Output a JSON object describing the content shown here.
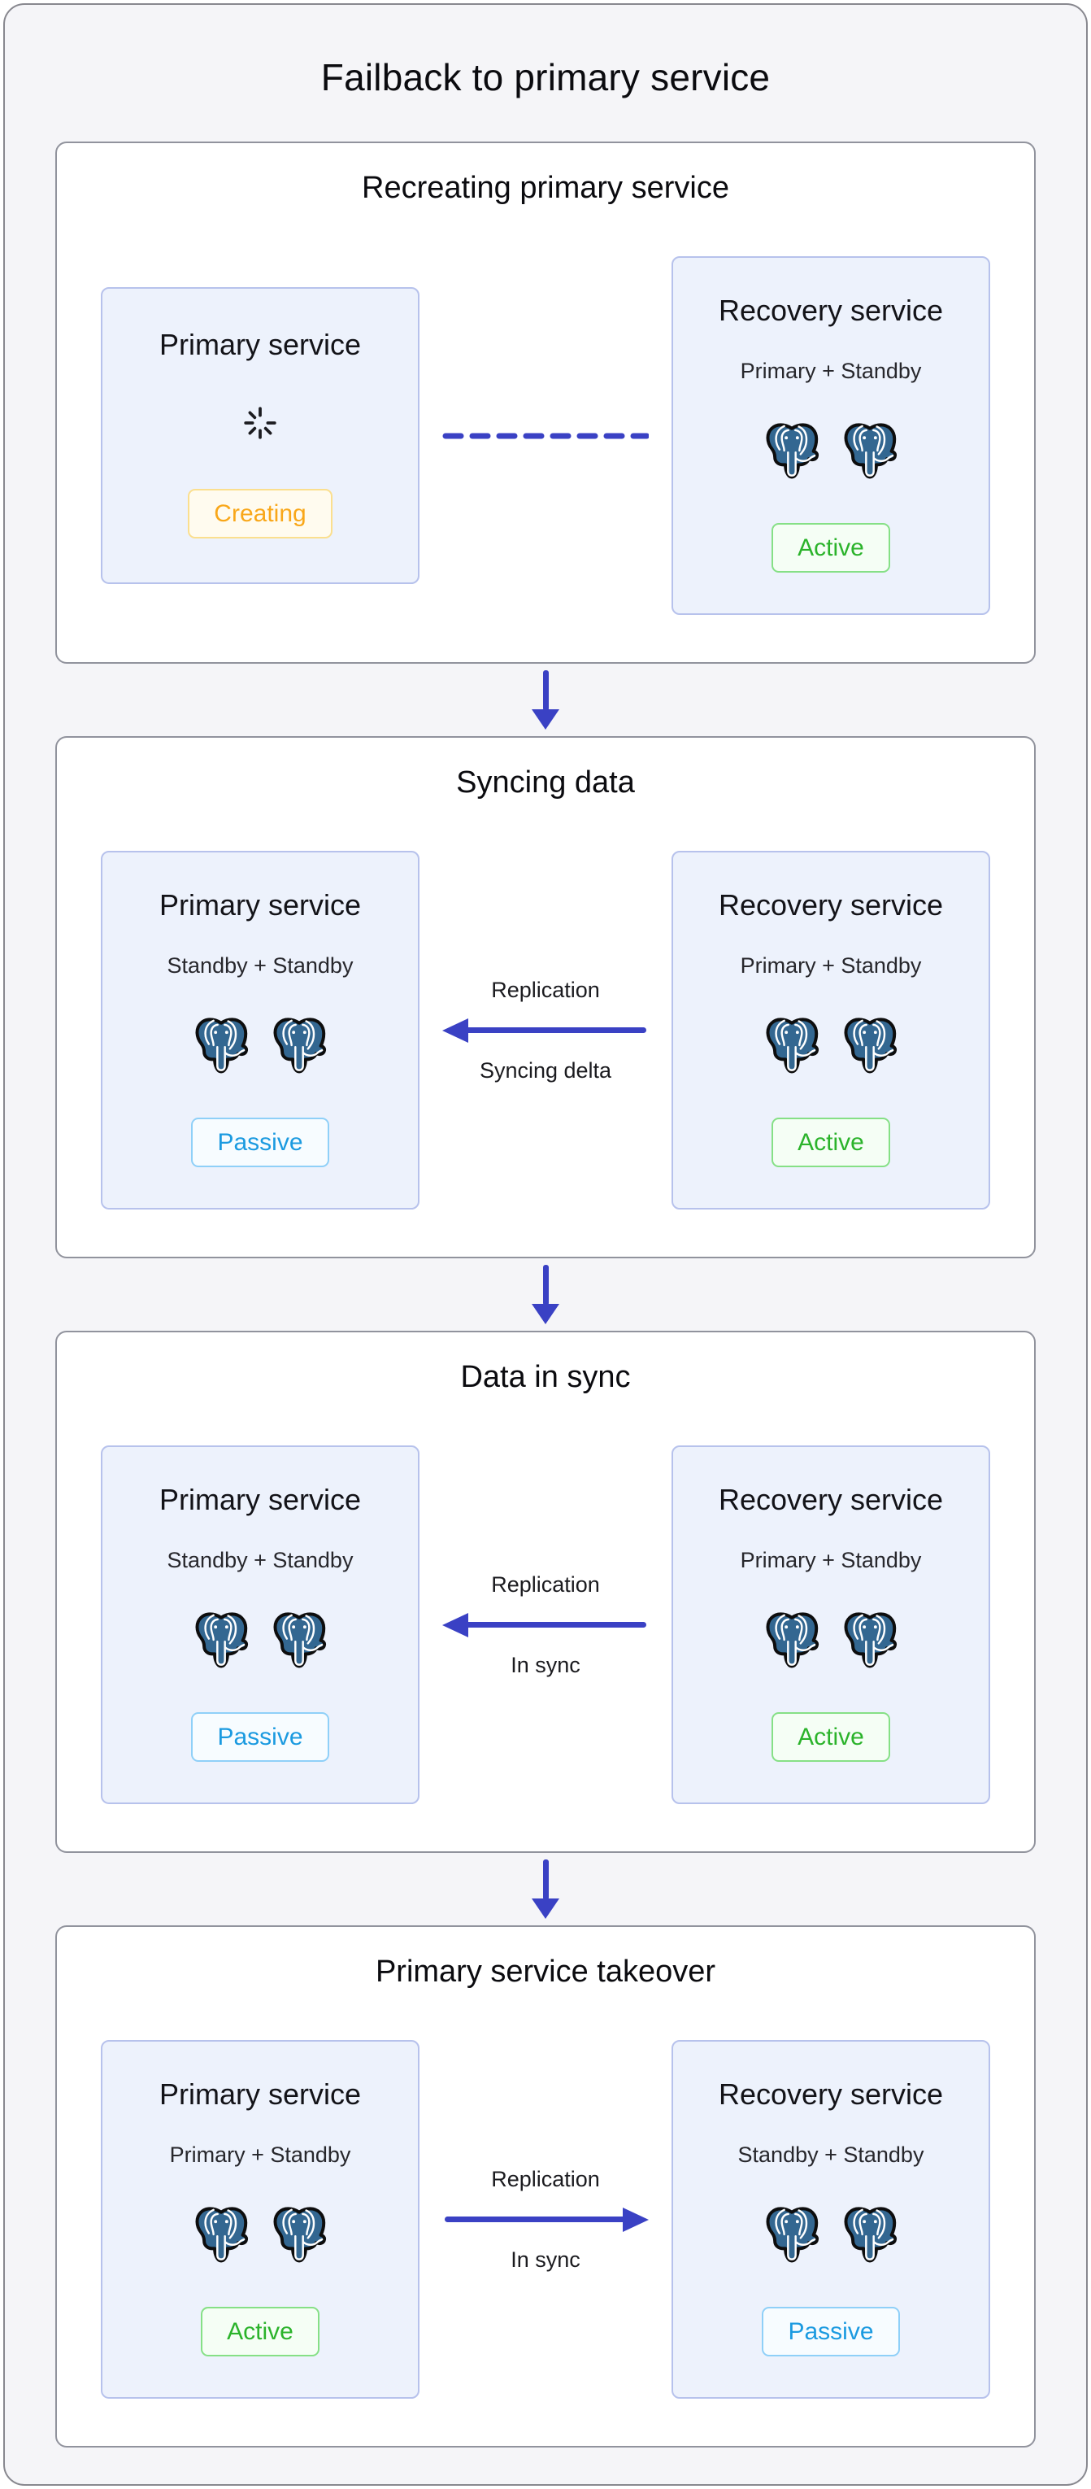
{
  "title": "Failback to primary service",
  "colors": {
    "accent_arrow_blue": "#3a41c4",
    "postgres_elephant_blue": "#336791",
    "status_creating": "#f9a719",
    "status_active": "#2bb32b",
    "status_passive": "#1b9ae0"
  },
  "icons": {
    "loading": "loading-spinner-icon",
    "database": "postgresql-elephant-icon",
    "flow": "down-arrow-icon"
  },
  "stages": [
    {
      "heading": "Recreating primary service",
      "left_card": {
        "title": "Primary service",
        "status": "Creating"
      },
      "connector": {
        "style": "dashed-line",
        "top_label": "",
        "bottom_label": ""
      },
      "right_card": {
        "title": "Recovery service",
        "subtitle": "Primary + Standby",
        "status": "Active"
      }
    },
    {
      "heading": "Syncing data",
      "left_card": {
        "title": "Primary service",
        "subtitle": "Standby + Standby",
        "status": "Passive"
      },
      "connector": {
        "style": "arrow-left",
        "top_label": "Replication",
        "bottom_label": "Syncing delta"
      },
      "right_card": {
        "title": "Recovery service",
        "subtitle": "Primary + Standby",
        "status": "Active"
      }
    },
    {
      "heading": "Data in sync",
      "left_card": {
        "title": "Primary service",
        "subtitle": "Standby + Standby",
        "status": "Passive"
      },
      "connector": {
        "style": "arrow-left",
        "top_label": "Replication",
        "bottom_label": "In sync"
      },
      "right_card": {
        "title": "Recovery service",
        "subtitle": "Primary + Standby",
        "status": "Active"
      }
    },
    {
      "heading": "Primary service takeover",
      "left_card": {
        "title": "Primary service",
        "subtitle": "Primary + Standby",
        "status": "Active"
      },
      "connector": {
        "style": "arrow-right",
        "top_label": "Replication",
        "bottom_label": "In sync"
      },
      "right_card": {
        "title": "Recovery service",
        "subtitle": "Standby + Standby",
        "status": "Passive"
      }
    }
  ]
}
